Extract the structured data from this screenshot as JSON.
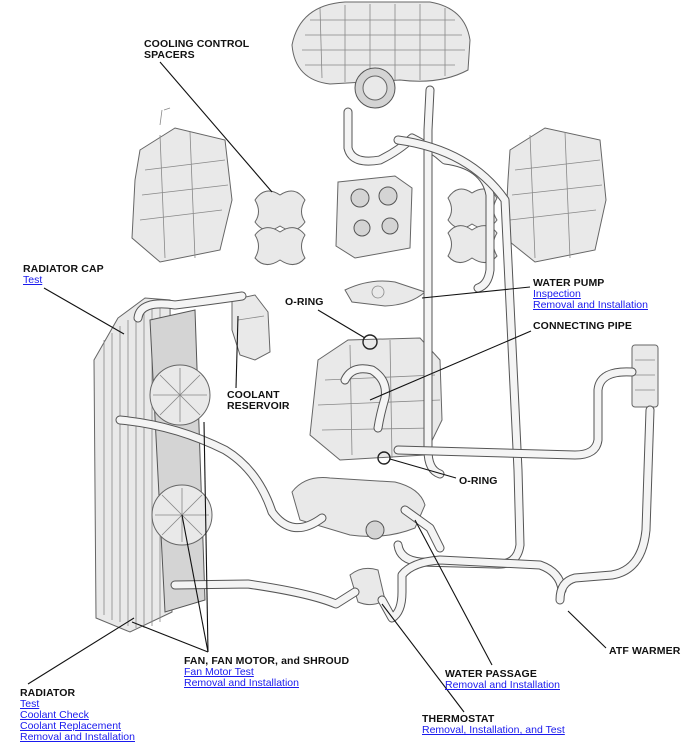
{
  "callouts": {
    "cooling_control_spacers": {
      "title_line1": "COOLING CONTROL",
      "title_line2": "SPACERS"
    },
    "radiator_cap": {
      "title": "RADIATOR CAP",
      "links": [
        "Test"
      ]
    },
    "coolant_reservoir": {
      "title_line1": "COOLANT",
      "title_line2": "RESERVOIR"
    },
    "o_ring_upper": {
      "title": "O-RING"
    },
    "water_pump": {
      "title": "WATER PUMP",
      "links": [
        "Inspection",
        "Removal and Installation"
      ]
    },
    "connecting_pipe": {
      "title": "CONNECTING PIPE"
    },
    "o_ring_lower": {
      "title": "O-RING"
    },
    "fan": {
      "title": "FAN, FAN MOTOR, and SHROUD",
      "links": [
        "Fan Motor Test",
        "Removal and Installation"
      ]
    },
    "atf_warmer": {
      "title": "ATF WARMER"
    },
    "radiator": {
      "title": "RADIATOR",
      "links": [
        "Test",
        "Coolant Check",
        "Coolant Replacement",
        "Removal and Installation"
      ]
    },
    "water_passage": {
      "title": "WATER PASSAGE",
      "links": [
        "Removal and Installation"
      ]
    },
    "thermostat": {
      "title": "THERMOSTAT",
      "links": [
        "Removal, Installation, and Test"
      ]
    }
  }
}
